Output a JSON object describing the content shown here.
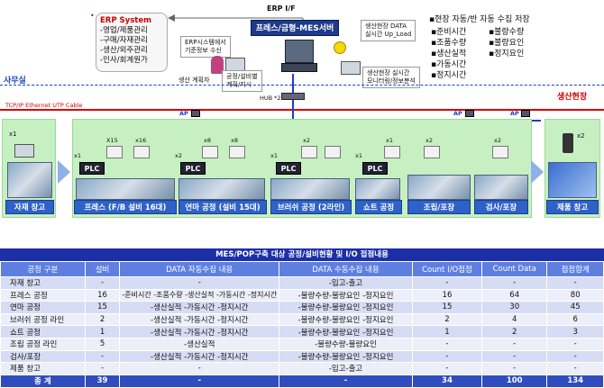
{
  "erp": {
    "title": "ERP System",
    "items": [
      "-영업/제품관리",
      "-구매/자재관리",
      "-생산/외주관리",
      "-인사/회계원가"
    ]
  },
  "erp_if": "ERP I/F",
  "erp_receive": [
    "ERP시스템에서",
    "기준정보 수신"
  ],
  "mes_server": "프레스/금형-MES서버",
  "upload_bubble": [
    "생산현장 DATA",
    "실시간 Up_Load"
  ],
  "planner": "생산 계획자",
  "plan_bubble": [
    "공정/설비별",
    "계획/지시"
  ],
  "monitor_bubble": [
    "생산현장 실시간",
    "모니터링/정보분석"
  ],
  "collect": {
    "title": "▪현장 자동/반 자동 수집 저장",
    "left": [
      "▪준비시간",
      "▪조품수량",
      "▪생산실적",
      "▪가동시간",
      "▪정지시간"
    ],
    "right": [
      "▪불량수량",
      "▪불량요인",
      "▪정지요인"
    ]
  },
  "office_label": "사무실",
  "field_label": "생산현장",
  "cable_label": "TCP/IP Ethernet UTP Cable",
  "hub_label": "HUB *2",
  "ap_label": "AP",
  "plc_label": "PLC",
  "counts": {
    "x1": "x1",
    "x2": "x2",
    "x8": "x8",
    "x15": "X15",
    "x16": "x16"
  },
  "areas": [
    {
      "name": "자재 창고"
    },
    {
      "name": "프레스 (F/B 설비 16대)"
    },
    {
      "name": "연마 공정 (설비 15대)"
    },
    {
      "name": "브러쉬 공정 (2라인)"
    },
    {
      "name": "쇼트 공정"
    },
    {
      "name": "조립/포장"
    },
    {
      "name": "검사/포장"
    },
    {
      "name": "제품 창고"
    }
  ],
  "table": {
    "title": "MES/POP구축 대상 공정/설비현황 및 I/O 접점내용",
    "headers": [
      "공정 구분",
      "설비",
      "DATA 자동수집 내용",
      "DATA 수동수집 내용",
      "Count  I/O접점",
      "Count Data",
      "접점합계"
    ],
    "rows": [
      [
        "자재 창고",
        "-",
        "-",
        "-입고-출고",
        "-",
        "-",
        "-"
      ],
      [
        "프레스 공정",
        "16",
        "-준비시간 -조품수량 -생산실적 -가동시간 -정지시간",
        "-불량수량-불량요인 -정지요인",
        "16",
        "64",
        "80"
      ],
      [
        "연마 공정",
        "15",
        "-생산실적 -가동시간 -정지시간",
        "-불량수량-불량요인 -정지요인",
        "15",
        "30",
        "45"
      ],
      [
        "브러쉬 공정 라인",
        "2",
        "-생산실적 -가동시간 -정지시간",
        "-불량수량-불량요인 -정지요인",
        "2",
        "4",
        "6"
      ],
      [
        "쇼트 공정",
        "1",
        "-생산실적 -가동시간 -정지시간",
        "-불량수량-불량요인 -정지요인",
        "1",
        "2",
        "3"
      ],
      [
        "조립 공정 라인",
        "5",
        "-생산실적",
        "-불량수량-불량요인",
        "-",
        "-",
        "-"
      ],
      [
        "검사/포장",
        "-",
        "-생산실적 -가동시간 -정지시간",
        "-불량수량-불량요인 -정지요인",
        "-",
        "-",
        "-"
      ],
      [
        "제품 창고",
        "-",
        "-",
        "-입고-출고",
        "-",
        "-",
        "-"
      ]
    ],
    "total": [
      "종 계",
      "39",
      "-",
      "-",
      "34",
      "100",
      "134"
    ]
  }
}
